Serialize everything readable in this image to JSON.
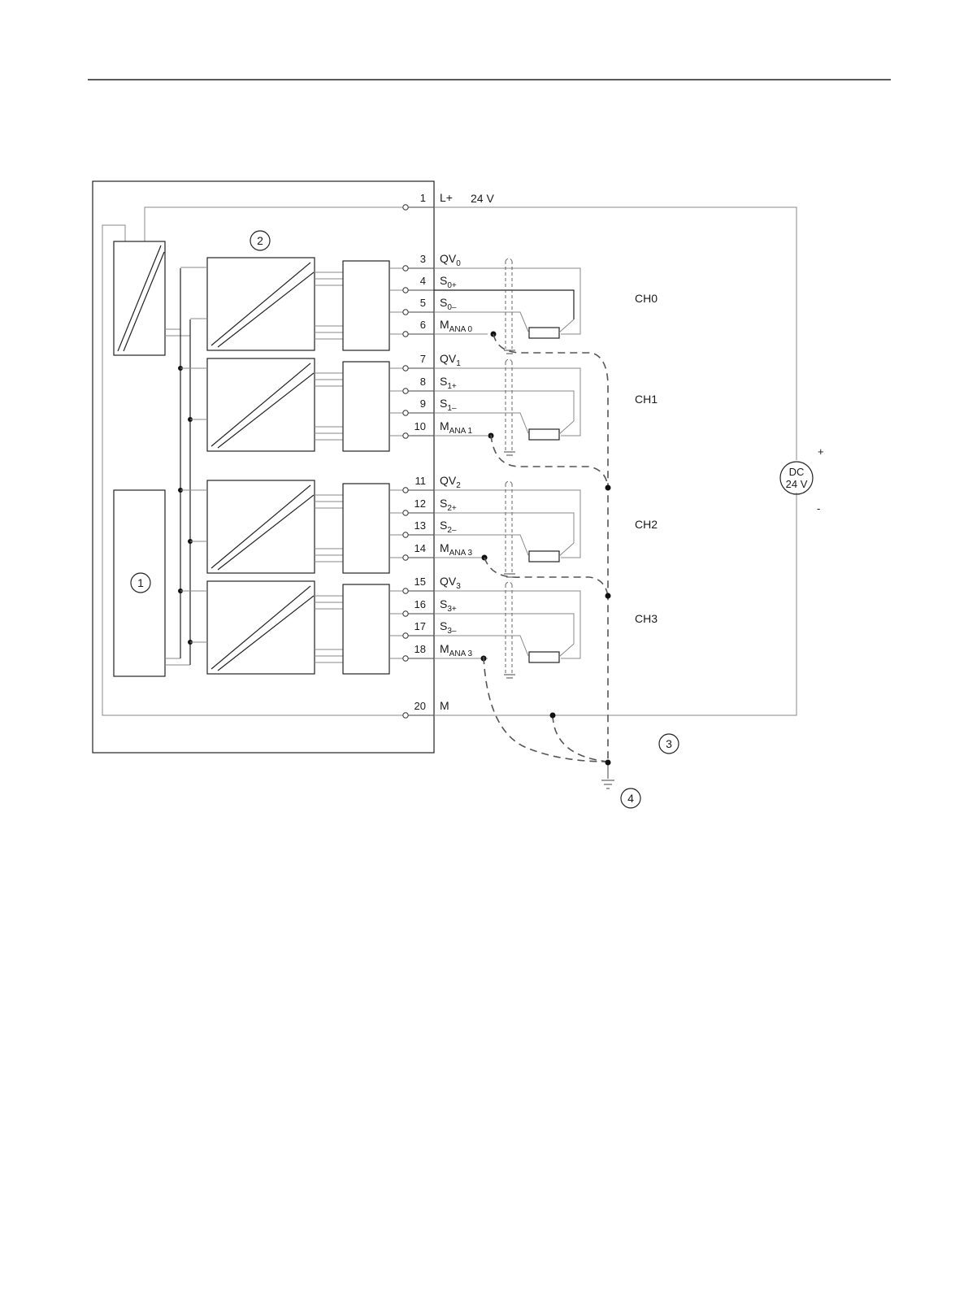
{
  "terminals": [
    {
      "num": "1",
      "sig": "L+",
      "sub": ""
    },
    {
      "num": "3",
      "sig": "QV",
      "sub": "0"
    },
    {
      "num": "4",
      "sig": "S",
      "sub": "0+"
    },
    {
      "num": "5",
      "sig": "S",
      "sub": "0–"
    },
    {
      "num": "6",
      "sig": "M",
      "sub": "ANA 0"
    },
    {
      "num": "7",
      "sig": "QV",
      "sub": "1"
    },
    {
      "num": "8",
      "sig": "S",
      "sub": "1+"
    },
    {
      "num": "9",
      "sig": "S",
      "sub": "1–"
    },
    {
      "num": "10",
      "sig": "M",
      "sub": "ANA 1"
    },
    {
      "num": "11",
      "sig": "QV",
      "sub": "2"
    },
    {
      "num": "12",
      "sig": "S",
      "sub": "2+"
    },
    {
      "num": "13",
      "sig": "S",
      "sub": "2–"
    },
    {
      "num": "14",
      "sig": "M",
      "sub": "ANA 3"
    },
    {
      "num": "15",
      "sig": "QV",
      "sub": "3"
    },
    {
      "num": "16",
      "sig": "S",
      "sub": "3+"
    },
    {
      "num": "17",
      "sig": "S",
      "sub": "3–"
    },
    {
      "num": "18",
      "sig": "M",
      "sub": "ANA 3"
    },
    {
      "num": "20",
      "sig": "M",
      "sub": ""
    }
  ],
  "supply_label": "24 V",
  "channels": [
    "CH0",
    "CH1",
    "CH2",
    "CH3"
  ],
  "dc_source": {
    "line1": "DC",
    "line2": "24 V",
    "plus": "+",
    "minus": "-"
  },
  "callouts": [
    "1",
    "2",
    "3",
    "4"
  ]
}
